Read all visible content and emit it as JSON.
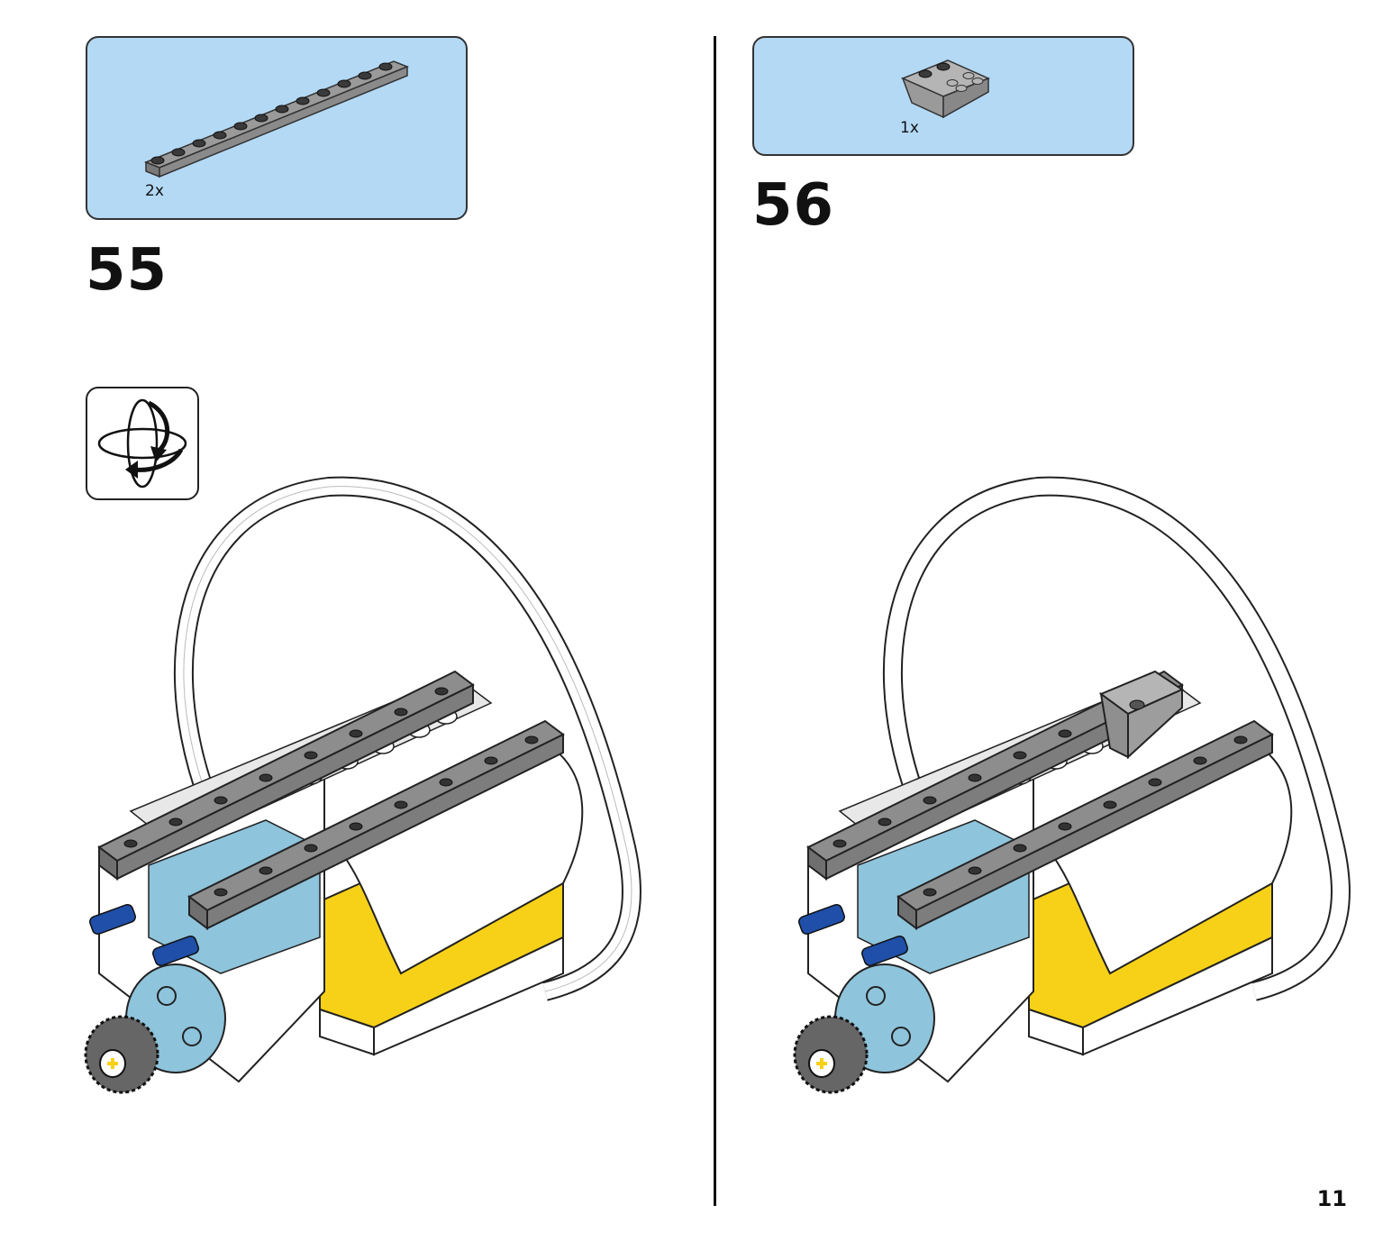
{
  "steps": [
    {
      "number": "55",
      "part_quantity": "2x"
    },
    {
      "number": "56",
      "part_quantity": "1x"
    }
  ],
  "rotate_hint_icon": "rotate-model-icon",
  "page_number": "11",
  "colors": {
    "parts_box_bg": "#b3d9f5",
    "brick_gray": "#8d8d8d",
    "hub_yellow": "#f7d117",
    "light_blue": "#8ec4dc",
    "axle_pin_blue": "#1f4fa8"
  }
}
